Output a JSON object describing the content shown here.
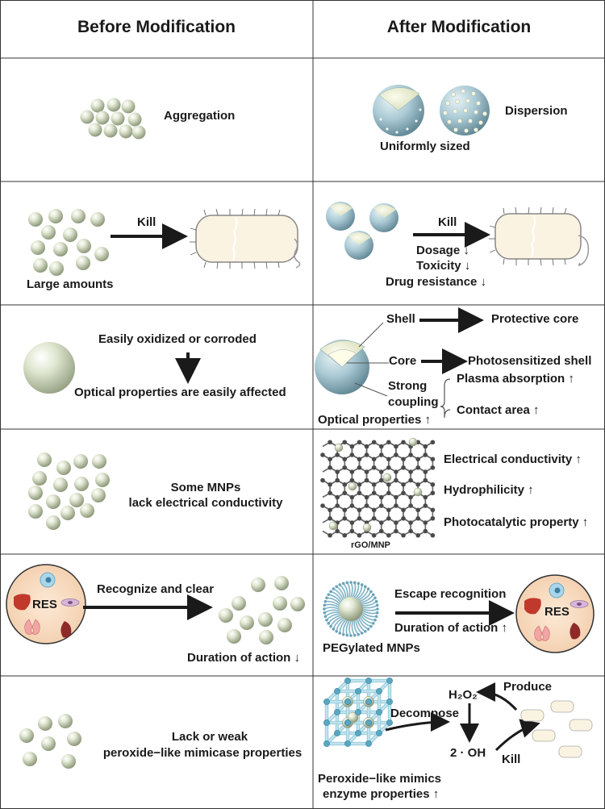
{
  "header": {
    "before": "Before Modification",
    "after": "After Modification"
  },
  "row1": {
    "before_label": "Aggregation",
    "after_dispersion": "Dispersion",
    "after_uniform": "Uniformly sized"
  },
  "row2": {
    "before_kill": "Kill",
    "before_large": "Large amounts",
    "after_kill": "Kill",
    "after_dosage": "Dosage ↓",
    "after_toxicity": "Toxicity ↓",
    "after_resistance": "Drug resistance ↓"
  },
  "row3": {
    "before_oxidized": "Easily oxidized or corroded",
    "before_optical": "Optical properties are easily affected",
    "after_shell": "Shell",
    "after_protective": "Protective core",
    "after_core": "Core",
    "after_photosensitized": "Photosensitized shell",
    "after_strong": "Strong",
    "after_coupling": "coupling",
    "after_plasma": "Plasma absorption ↑",
    "after_contact": "Contact  area ↑",
    "after_optical": "Optical properties ↑"
  },
  "row4": {
    "before_line1": "Some MNPs",
    "before_line2": "lack electrical conductivity",
    "after_electrical": "Electrical conductivity ↑",
    "after_hydrophilicity": "Hydrophilicity ↑",
    "after_photocatalytic": "Photocatalytic property ↑",
    "after_rgo": "rGO/MNP"
  },
  "row5": {
    "before_res": "RES",
    "before_recognize": "Recognize and clear",
    "before_duration": "Duration of action ↓",
    "after_escape": "Escape recognition",
    "after_duration": "Duration of action ↑",
    "after_peg": "PEGylated MNPs",
    "after_res": "RES"
  },
  "row6": {
    "before_line1": "Lack or weak",
    "before_line2": "peroxide−like mimicase properties",
    "after_produce": "Produce",
    "after_h2o2": "H₂O₂",
    "after_decompose": "Decompose",
    "after_oh": "2 · OH",
    "after_kill": "Kill",
    "after_peroxide1": "Peroxide−like mimics",
    "after_peroxide2": "enzyme properties  ↑"
  },
  "colors": {
    "particle": "#d9e3c8",
    "particle_dark": "#8e9a78",
    "shell_blue": "#a8c8d4",
    "bacteria_fill": "#fbf3e2",
    "res_fill": "#f9dcc4",
    "graphene": "#555555"
  }
}
